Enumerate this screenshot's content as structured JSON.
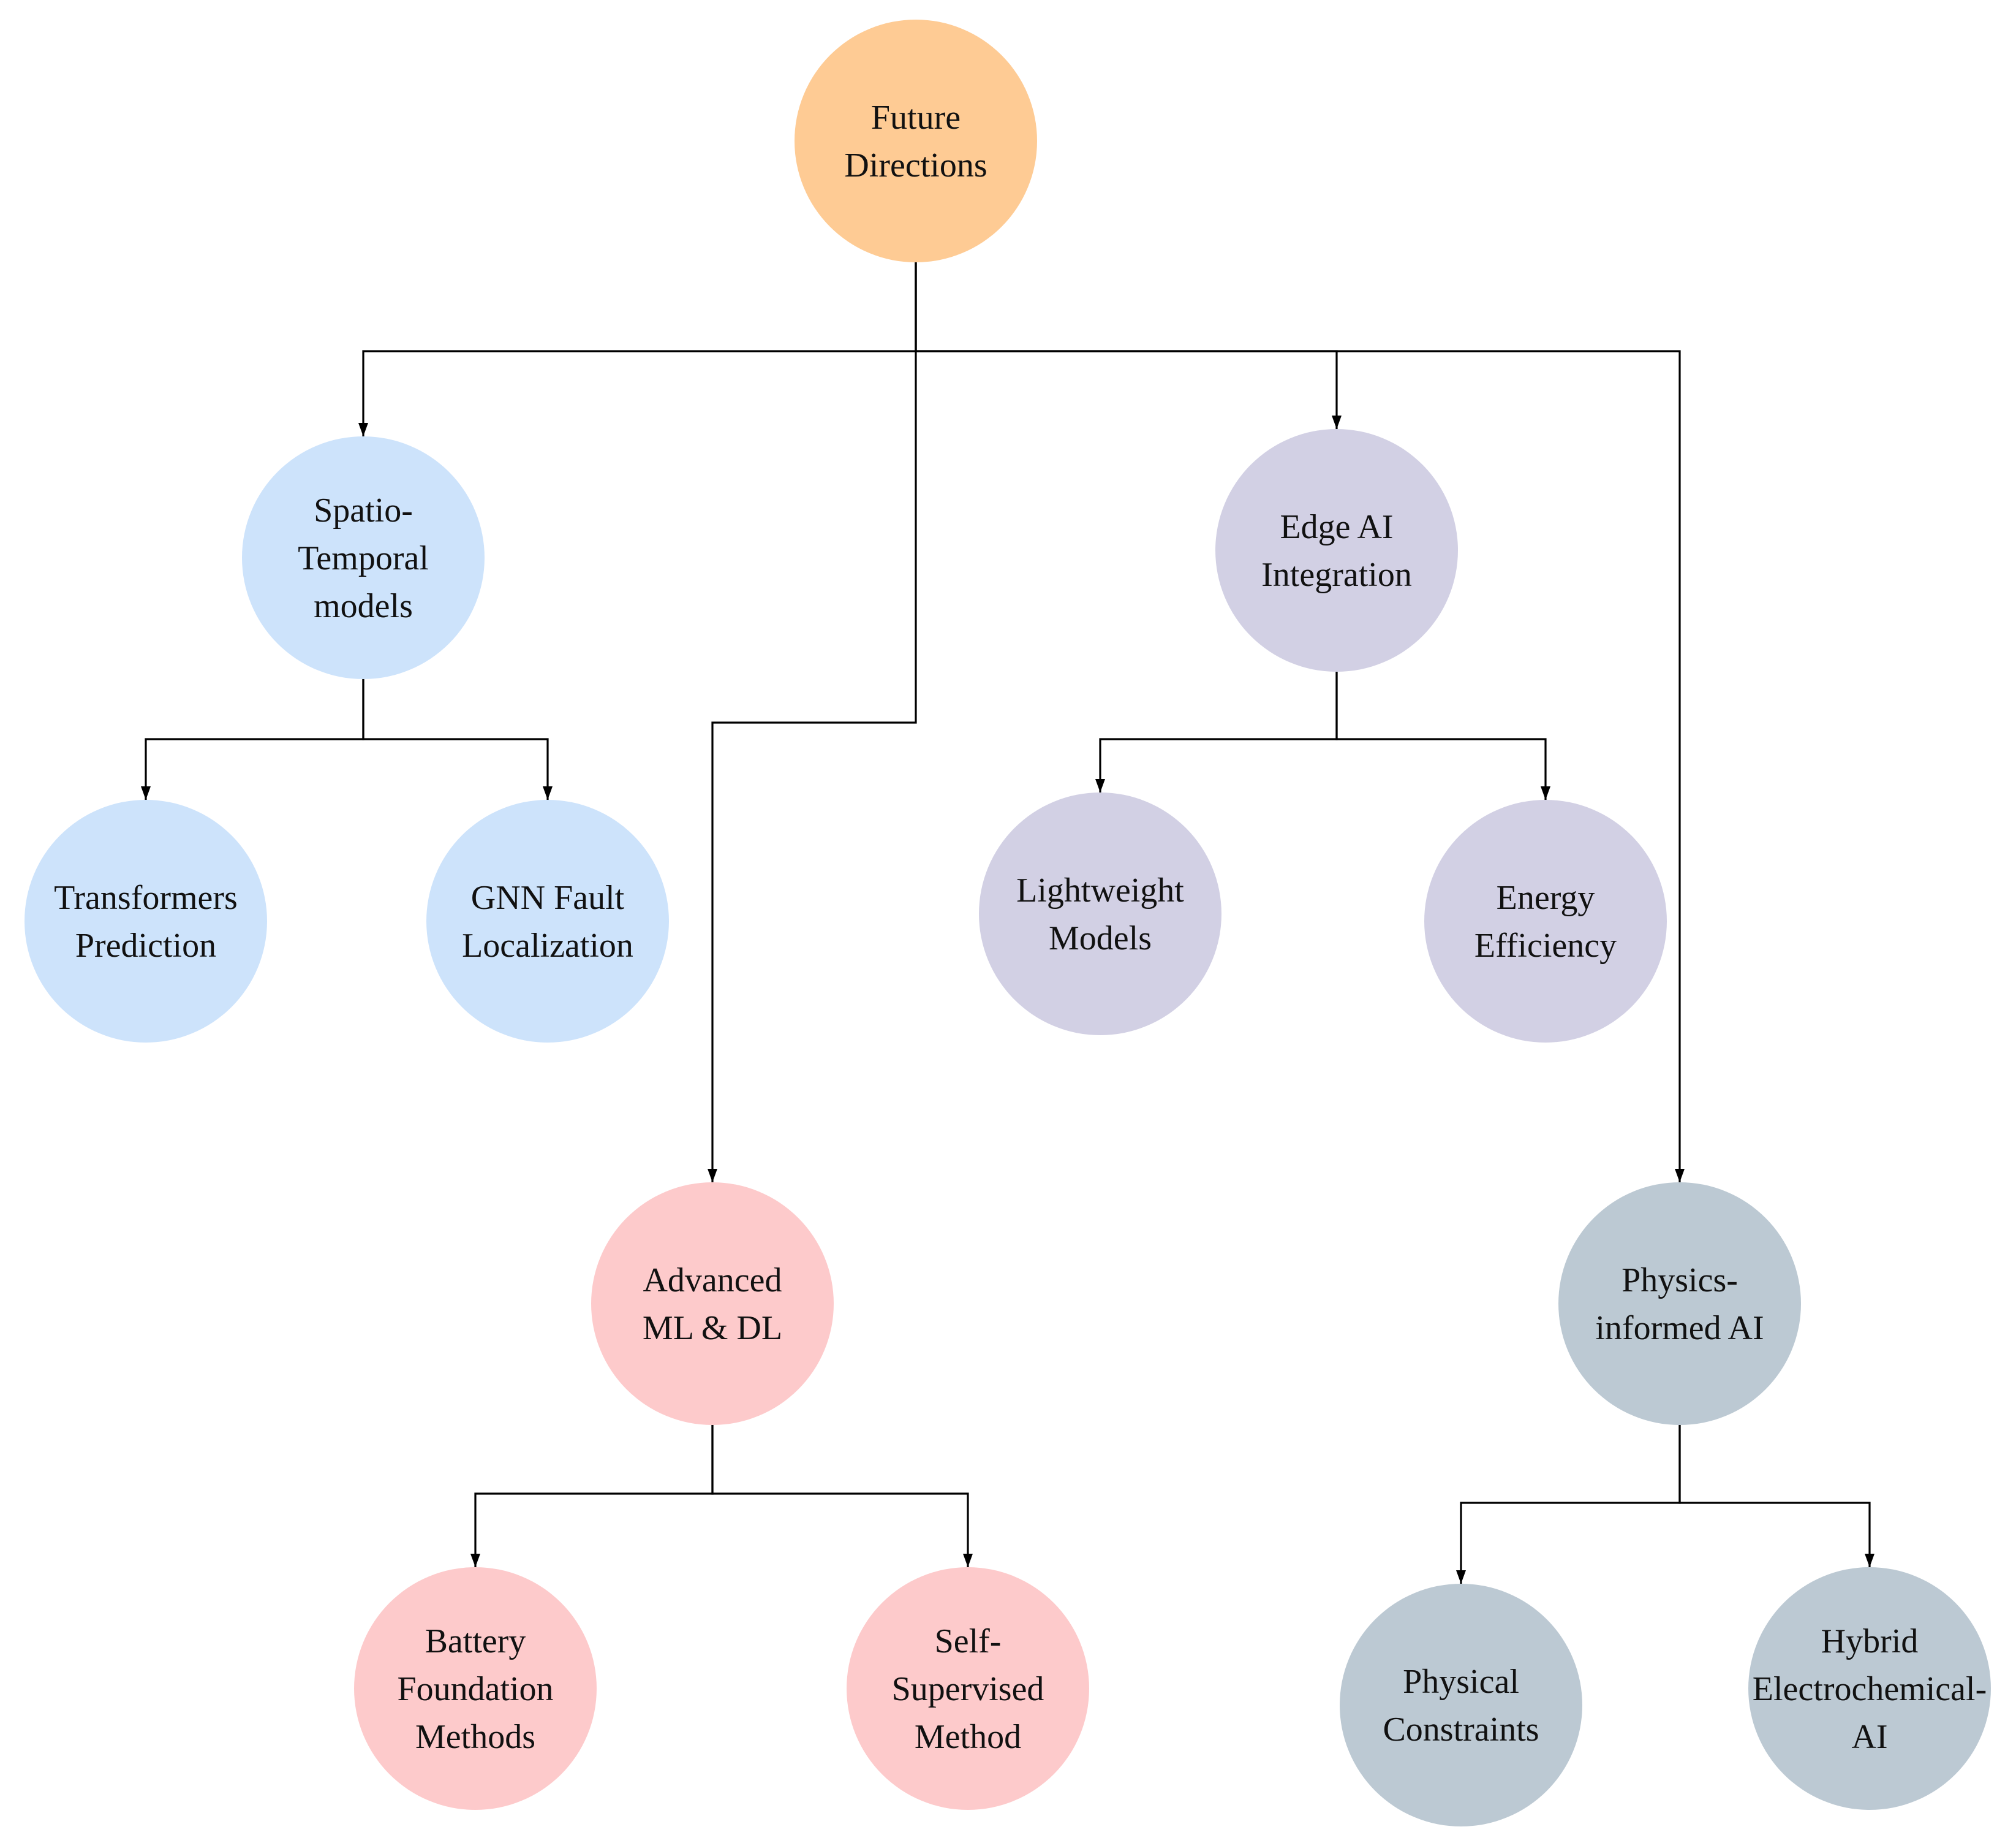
{
  "diagram": {
    "type": "tree",
    "colors": {
      "root": "#FECB94",
      "spatio_temporal": "#CDE3FB",
      "edge_ai": "#D2D0E4",
      "advanced_ml": "#FDCACB",
      "physics_ai": "#BCC9D3",
      "line": "#000000",
      "text": "#111111"
    },
    "nodes": [
      {
        "id": "root",
        "lines": [
          "Future",
          "Directions"
        ],
        "color_key": "root"
      },
      {
        "id": "spatio",
        "lines": [
          "Spatio-",
          "Temporal",
          "models"
        ],
        "color_key": "spatio_temporal"
      },
      {
        "id": "edge",
        "lines": [
          "Edge AI",
          "Integration"
        ],
        "color_key": "edge_ai"
      },
      {
        "id": "transformers",
        "lines": [
          "Transformers",
          "Prediction"
        ],
        "color_key": "spatio_temporal"
      },
      {
        "id": "gnn",
        "lines": [
          "GNN Fault",
          "Localization"
        ],
        "color_key": "spatio_temporal"
      },
      {
        "id": "lightweight",
        "lines": [
          "Lightweight",
          "Models"
        ],
        "color_key": "edge_ai"
      },
      {
        "id": "energy",
        "lines": [
          "Energy",
          "Efficiency"
        ],
        "color_key": "edge_ai"
      },
      {
        "id": "advanced",
        "lines": [
          "Advanced",
          "ML & DL"
        ],
        "color_key": "advanced_ml"
      },
      {
        "id": "physics",
        "lines": [
          "Physics-",
          "informed AI"
        ],
        "color_key": "physics_ai"
      },
      {
        "id": "battery",
        "lines": [
          "Battery",
          "Foundation",
          "Methods"
        ],
        "color_key": "advanced_ml"
      },
      {
        "id": "selfsup",
        "lines": [
          "Self-",
          "Supervised",
          "Method"
        ],
        "color_key": "advanced_ml"
      },
      {
        "id": "constraints",
        "lines": [
          "Physical",
          "Constraints"
        ],
        "color_key": "physics_ai"
      },
      {
        "id": "hybrid",
        "lines": [
          "Hybrid",
          "Electrochemical-",
          "AI"
        ],
        "color_key": "physics_ai"
      }
    ],
    "edges": [
      {
        "from": "root",
        "to": "spatio"
      },
      {
        "from": "root",
        "to": "edge"
      },
      {
        "from": "root",
        "to": "advanced"
      },
      {
        "from": "root",
        "to": "physics"
      },
      {
        "from": "spatio",
        "to": "transformers"
      },
      {
        "from": "spatio",
        "to": "gnn"
      },
      {
        "from": "edge",
        "to": "lightweight"
      },
      {
        "from": "edge",
        "to": "energy"
      },
      {
        "from": "advanced",
        "to": "battery"
      },
      {
        "from": "advanced",
        "to": "selfsup"
      },
      {
        "from": "physics",
        "to": "constraints"
      },
      {
        "from": "physics",
        "to": "hybrid"
      }
    ]
  }
}
